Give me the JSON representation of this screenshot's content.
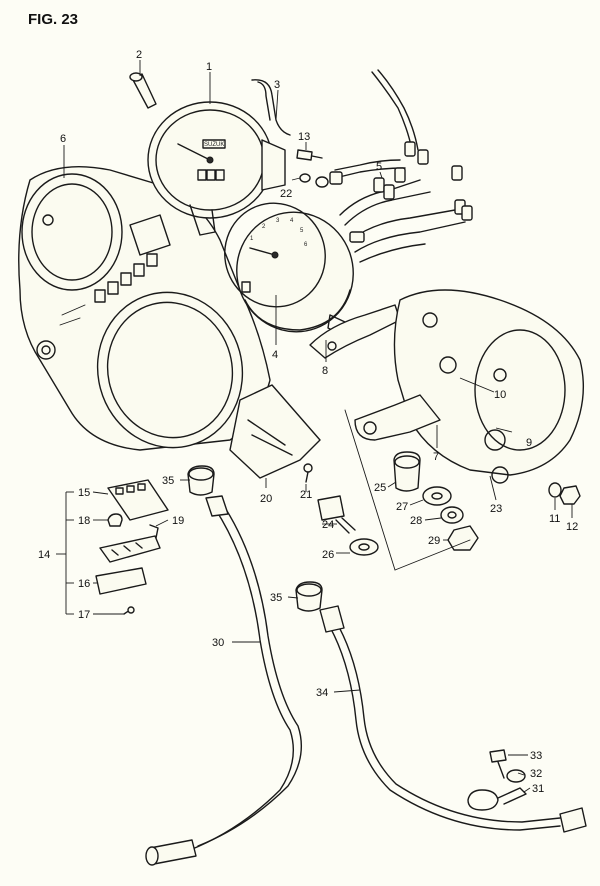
{
  "figure": {
    "title": "FIG. 23"
  },
  "callouts": {
    "c1": "1",
    "c2": "2",
    "c3": "3",
    "c4": "4",
    "c5": "5",
    "c6": "6",
    "c7": "7",
    "c8": "8",
    "c9": "9",
    "c10": "10",
    "c11": "11",
    "c12": "12",
    "c13": "13",
    "c14": "14",
    "c15": "15",
    "c16": "16",
    "c17": "17",
    "c18": "18",
    "c19": "19",
    "c20": "20",
    "c21": "21",
    "c22": "22",
    "c23": "23",
    "c24": "24",
    "c25": "25",
    "c26": "26",
    "c27": "27",
    "c28": "28",
    "c29": "29",
    "c30": "30",
    "c31": "31",
    "c32": "32",
    "c33": "33",
    "c34": "34",
    "c35a": "35",
    "c35b": "35"
  },
  "dials": {
    "speedometer_face": "SUZUKI",
    "tachometer_scale": [
      "1",
      "2",
      "3",
      "4",
      "5",
      "6"
    ]
  }
}
